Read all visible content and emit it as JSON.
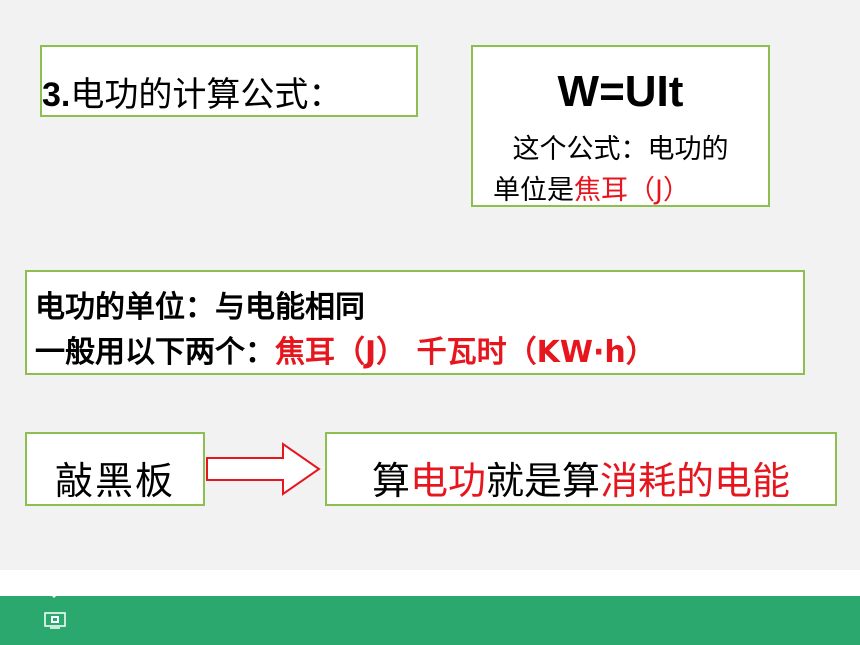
{
  "title": {
    "num": "3.",
    "text": "电功的计算公式："
  },
  "formula": {
    "expr": "W=UIt",
    "line1": "这个公式：电功的",
    "line2_prefix": "单位是",
    "line2_red": "焦耳（J）"
  },
  "units": {
    "line1": "电功的单位：与电能相同",
    "line2_prefix": "一般用以下两个：",
    "line2_red": "焦耳（J） 千瓦时（KW·h）"
  },
  "board": {
    "label": "敲黑板"
  },
  "calc": {
    "p1": "算",
    "r1": "电功",
    "p2": "就是算",
    "r2": "消耗的电能"
  },
  "colors": {
    "border": "#8cbf4f",
    "red": "#e6161e",
    "footer": "#2aa86e",
    "arrow": "#e6161e"
  }
}
